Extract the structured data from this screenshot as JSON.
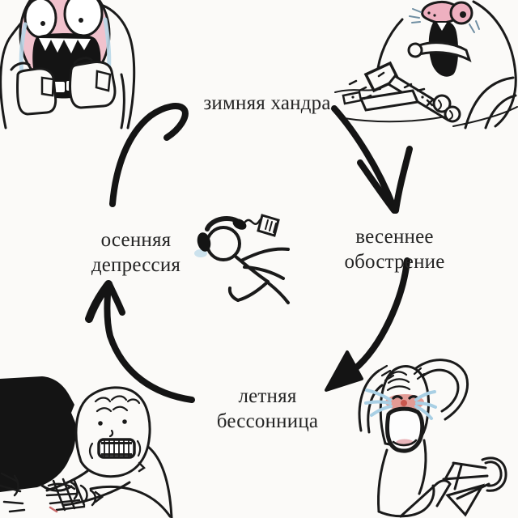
{
  "title": "seasonal mood cycle meme",
  "labels": {
    "top": {
      "line1": "зимняя хандра"
    },
    "right": {
      "line1": "весеннее",
      "line2": "обострение"
    },
    "bottom": {
      "line1": "летняя",
      "line2": "бессонница"
    },
    "left": {
      "line1": "осенняя",
      "line2": "депрессия"
    }
  },
  "cycle_order": [
    "зимняя хандра",
    "весеннее обострение",
    "летняя бессонница",
    "осенняя депрессия"
  ],
  "figures": {
    "top_left": "crying-screaming-face-with-clenched-fists",
    "top_right": "crying-figure-smashing-desk-with-hammer",
    "bottom_left": "grinning-figure-strangling-dark-haired-figure",
    "bottom_right": "crying-kneeling-figure-clutching-head-beside-fallen-stool",
    "center": "stick-figure-lying-down-listening-to-music-player"
  },
  "colors": {
    "background": "#fbfaf8",
    "ink": "#1a1a1a",
    "face_pink": "#f1c2cd",
    "snout_pink": "#eeb0c0",
    "tear_blue": "#b9d7e8",
    "blush_red": "#dd8a84"
  }
}
